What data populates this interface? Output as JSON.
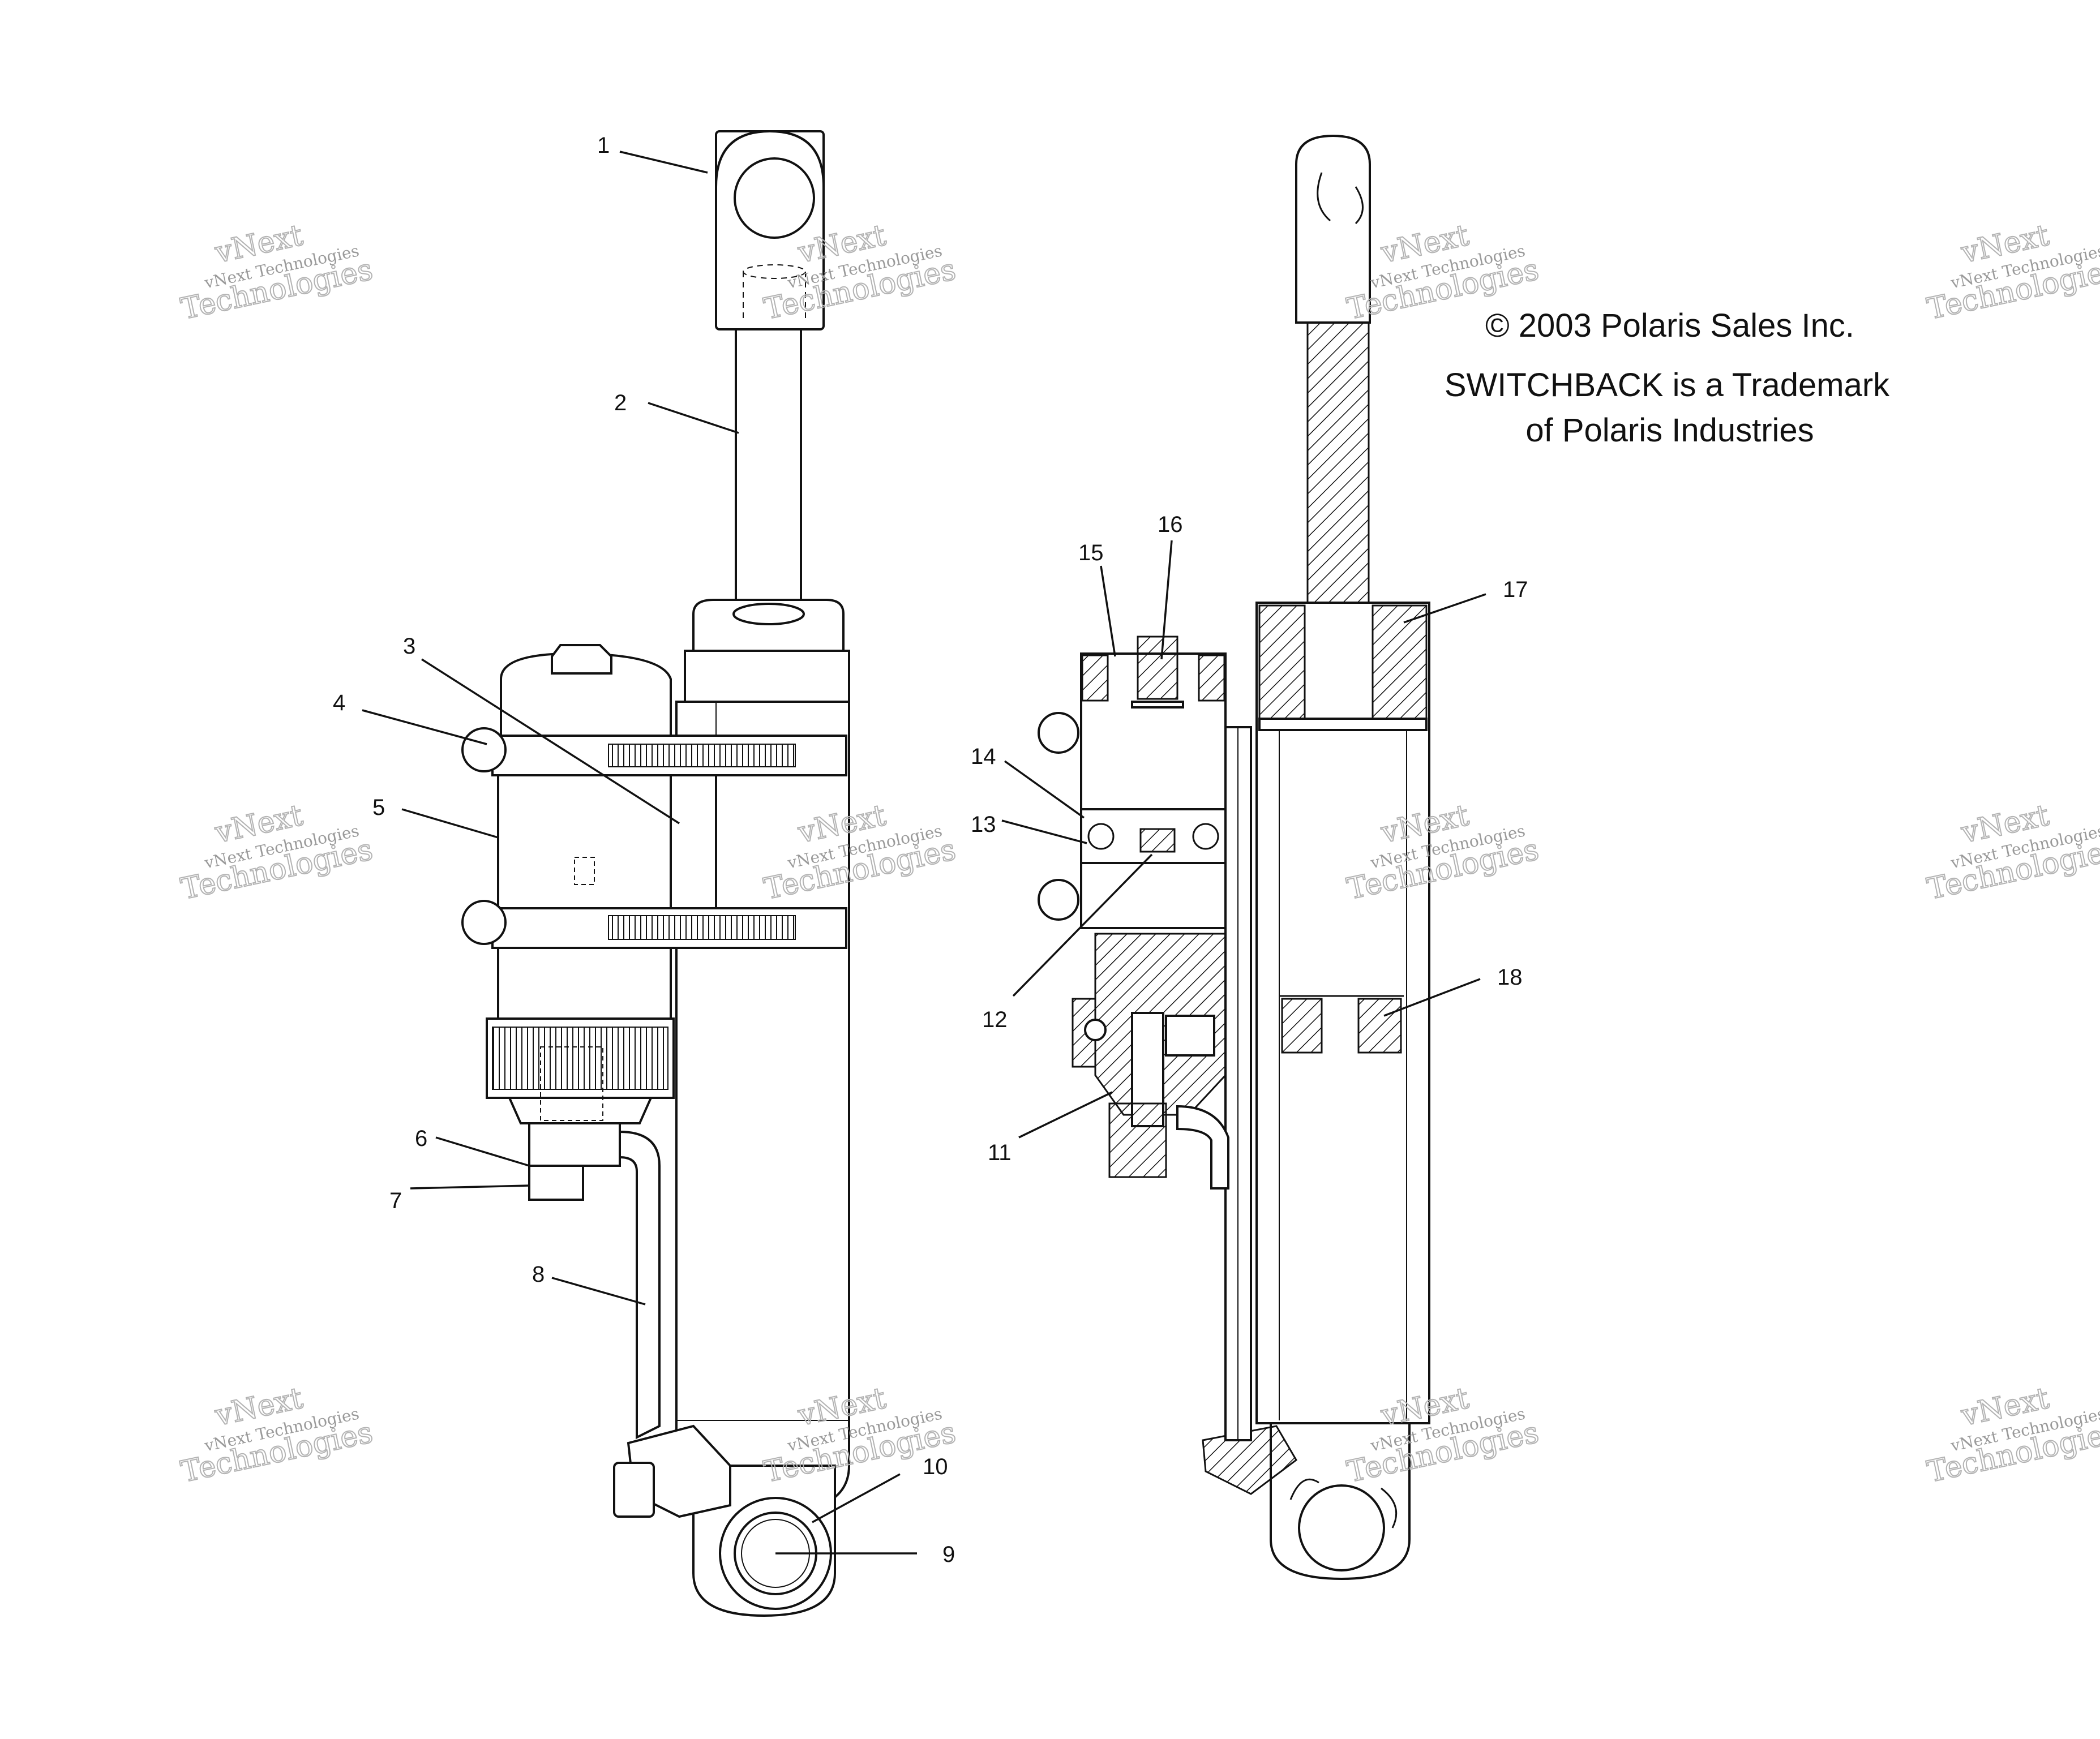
{
  "callouts": [
    "1",
    "2",
    "3",
    "4",
    "5",
    "6",
    "7",
    "8",
    "9",
    "10",
    "11",
    "12",
    "13",
    "14",
    "15",
    "16",
    "17",
    "18"
  ],
  "copyright": {
    "line1": "© 2003 Polaris Sales Inc.",
    "line2": "SWITCHBACK is a Trademark",
    "line3": "of Polaris Industries"
  },
  "watermark": {
    "small": "vNext Technologies",
    "big_top": "vNext",
    "big_bottom": "Technologies"
  },
  "colors": {
    "ink": "#111111",
    "watermark": "#9a9a9a",
    "background": "#ffffff"
  }
}
